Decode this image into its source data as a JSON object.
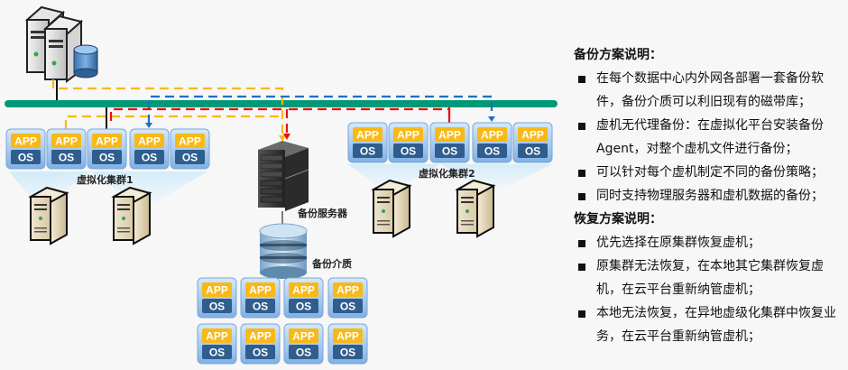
{
  "diagram": {
    "labels": {
      "cluster1": "虚拟化集群1",
      "cluster2": "虚拟化集群2",
      "backup_server": "备份服务器",
      "backup_media": "备份介质"
    },
    "vm": {
      "app": "APP",
      "os": "OS"
    },
    "colors": {
      "network_bus": "#009977",
      "backup_flow_yellow": "#f8b918",
      "flow_blue": "#1f6fc1",
      "flow_red": "#e81010",
      "vm_app": "#f8b918",
      "vm_os": "#2f5d8e",
      "vm_frame": "#8db8e6"
    }
  },
  "panel": {
    "backup": {
      "title": "备份方案说明：",
      "items": [
        "在每个数据中心内外网各部署一套备份软件，备份介质可以利旧现有的磁带库；",
        "虚机无代理备份：在虚拟化平台安装备份Agent，对整个虚机文件进行备份；",
        "可以针对每个虚机制定不同的备份策略；",
        "同时支持物理服务器和虚机数据的备份；"
      ]
    },
    "recovery": {
      "title": "恢复方案说明：",
      "items": [
        "优先选择在原集群恢复虚机；",
        "原集群无法恢复，在本地其它集群恢复虚机，在云平台重新纳管虚机；",
        "本地无法恢复，在异地虚级化集群中恢复业务，在云平台重新纳管虚机；"
      ]
    }
  }
}
